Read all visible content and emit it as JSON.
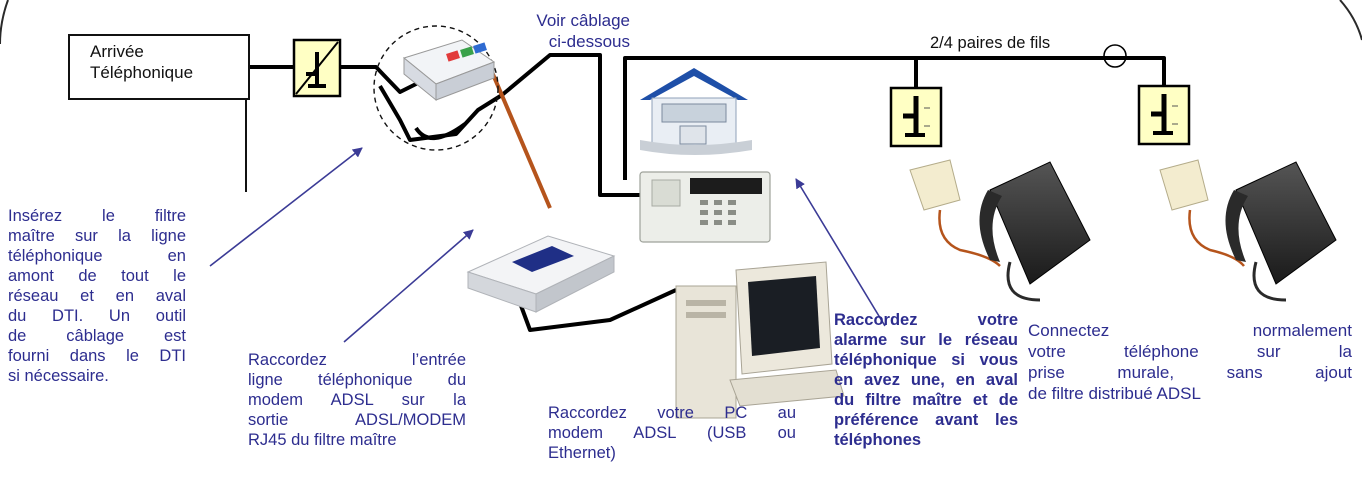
{
  "arrival_box": {
    "line1": "Arrivée",
    "line2": "Téléphonique"
  },
  "voir_cablage": {
    "line1": "Voir câblage",
    "line2": "ci-dessous"
  },
  "pairs_label": "2/4 paires de fils",
  "notes": {
    "master_filter": [
      "Insérez le filtre",
      "maître sur la ligne",
      "téléphonique en",
      "amont de tout le",
      "réseau et en aval",
      "du DTI. Un outil",
      "de câblage est",
      "fourni dans le DTI",
      "si nécessaire."
    ],
    "modem": [
      "Raccordez l’entrée",
      "ligne téléphonique du",
      "modem ADSL sur la",
      "sortie ADSL/MODEM",
      "RJ45 du filtre maître"
    ],
    "pc": [
      "Raccordez votre PC au",
      "modem ADSL (USB ou",
      "Ethernet)"
    ],
    "alarm": [
      "Raccordez votre",
      "alarme sur le réseau",
      "téléphonique si vous",
      "en avez une, en aval",
      "du filtre maître et de",
      "préférence avant les",
      "téléphones"
    ],
    "phone": [
      "Connectez normalement",
      "votre téléphone sur la",
      "prise murale, sans ajout",
      "de filtre distribué ADSL"
    ]
  },
  "colors": {
    "text": "#2d2d8f",
    "wire": "#000000",
    "ethernet": "#b5541c",
    "filter_yellow": "#ffffc4",
    "arrow": "#3b3b96"
  }
}
